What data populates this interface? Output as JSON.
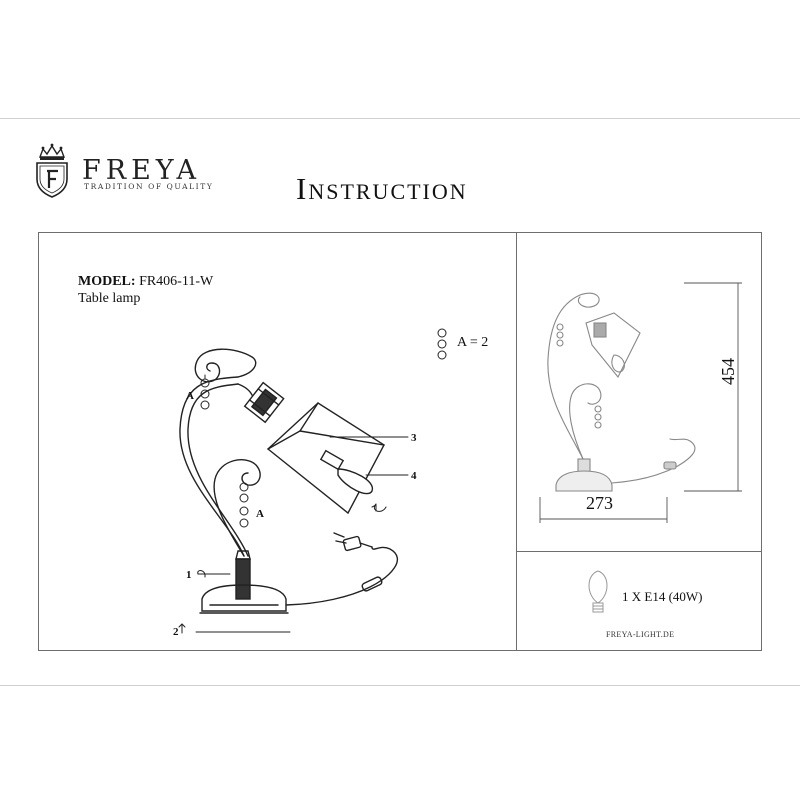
{
  "brand": {
    "name": "FREYA",
    "tagline": "TRADITION OF QUALITY",
    "logo_icon": "crown-shield-icon"
  },
  "document": {
    "title": "Instruction"
  },
  "product": {
    "model_label": "MODEL:",
    "model_number": "FR406-11-W",
    "type": "Table lamp"
  },
  "diagram": {
    "part_labels": [
      "1",
      "2",
      "3",
      "4",
      "A",
      "A"
    ],
    "crystal_quantity": "A = 2"
  },
  "dimensions": {
    "height": "454",
    "width": "273"
  },
  "specs": {
    "bulb": "1 X E14 (40W)",
    "bulb_icon": "light-bulb-icon"
  },
  "footer": {
    "website": "FREYA-LIGHT.DE"
  }
}
